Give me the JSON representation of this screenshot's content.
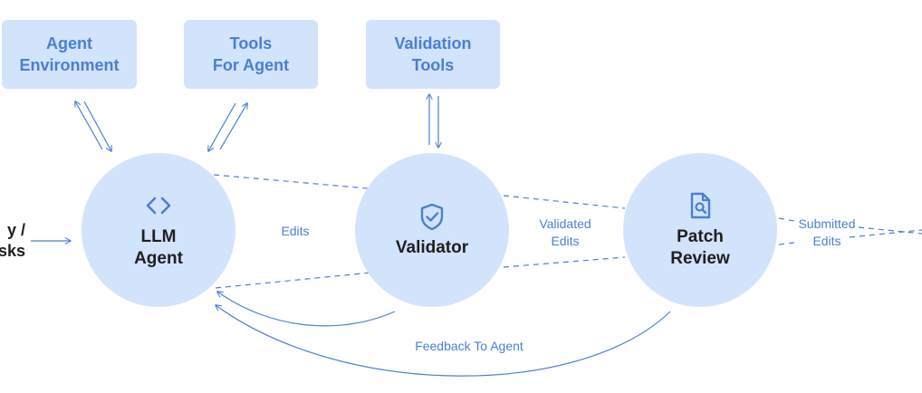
{
  "colors": {
    "node_fill": "#d2e3fc",
    "box_text": "#4a7fd4",
    "node_text": "#1f1f1f",
    "line": "#4a7fd4",
    "icon": "#4a7fd4"
  },
  "top_boxes": {
    "agent_environment": {
      "line1": "Agent",
      "line2": "Environment"
    },
    "tools_for_agent": {
      "line1": "Tools",
      "line2": "For Agent"
    },
    "validation_tools": {
      "line1": "Validation",
      "line2": "Tools"
    }
  },
  "nodes": {
    "llm_agent": {
      "line1": "LLM",
      "line2": "Agent",
      "icon": "code-brackets-icon"
    },
    "validator": {
      "line1": "Validator",
      "icon": "shield-check-icon"
    },
    "patch_review": {
      "line1": "Patch",
      "line2": "Review",
      "icon": "document-search-icon"
    }
  },
  "left_input": {
    "line1": "y /",
    "line2": "sks"
  },
  "edge_labels": {
    "edits": "Edits",
    "validated_edits": {
      "line1": "Validated",
      "line2": "Edits"
    },
    "submitted_edits": {
      "line1": "Submitted",
      "line2": "Edits"
    },
    "feedback": "Feedback To Agent"
  }
}
